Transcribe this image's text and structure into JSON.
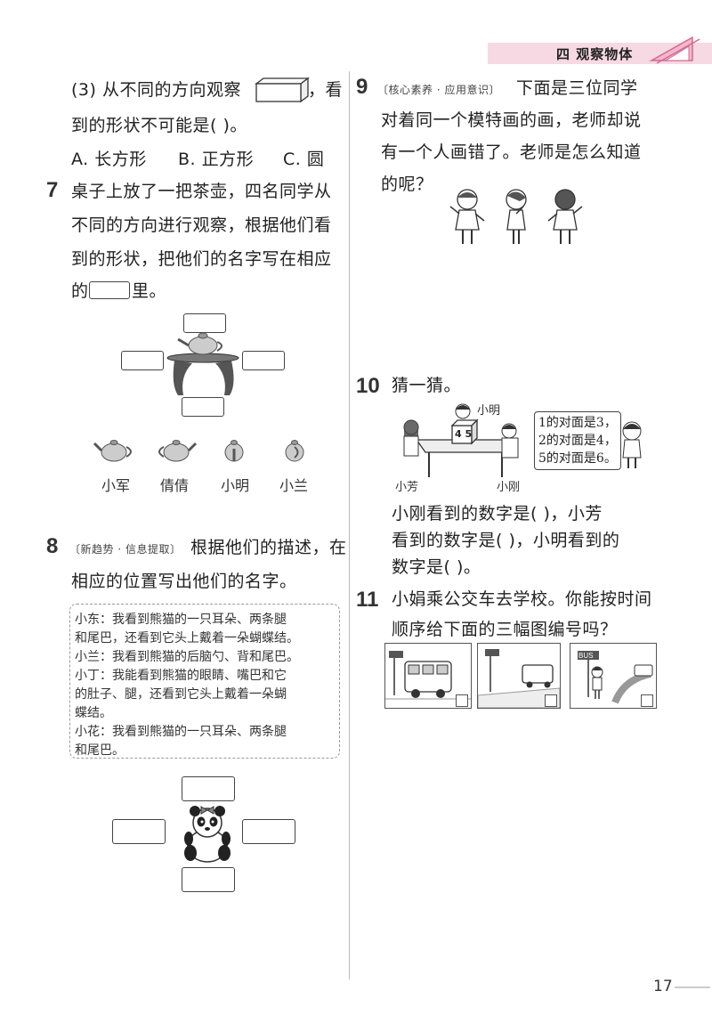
{
  "header": {
    "section_title": "四  观察物体"
  },
  "left": {
    "q6_3": {
      "line1_a": "(3) 从不同的方向观察",
      "line1_b": "，看",
      "line2": "到的形状不可能是(     )。",
      "options": [
        "A. 长方形",
        "B. 正方形",
        "C. 圆"
      ]
    },
    "q7": {
      "num": "7",
      "lines": [
        "桌子上放了一把茶壶，四名同学从",
        "不同的方向进行观察，根据他们看",
        "到的形状，把他们的名字写在相应"
      ],
      "line4_a": "的",
      "line4_b": "里。",
      "names": [
        "小军",
        "倩倩",
        "小明",
        "小兰"
      ]
    },
    "q8": {
      "num": "8",
      "tag": "〔新趋势 · 信息提取〕",
      "line1": "根据他们的描述，在",
      "line2": "相应的位置写出他们的名字。",
      "quotes": [
        "小东：我看到熊猫的一只耳朵、两条腿",
        "和尾巴，还看到它头上戴着一朵蝴蝶结。",
        "小兰：我看到熊猫的后脑勺、背和尾巴。",
        "小丁：我能看到熊猫的眼睛、嘴巴和它",
        "的肚子、腿，还看到它头上戴着一朵蝴",
        "蝶结。",
        "小花：我看到熊猫的一只耳朵、两条腿",
        "和尾巴。"
      ]
    }
  },
  "right": {
    "q9": {
      "num": "9",
      "tag": "〔核心素养 · 应用意识〕",
      "line1": "下面是三位同学",
      "lines": [
        "对着同一个模特画的画，老师却说",
        "有一个人画错了。老师是怎么知道",
        "的呢？"
      ]
    },
    "q10": {
      "num": "10",
      "title": "猜一猜。",
      "labels": {
        "ming": "小明",
        "fang": "小芳",
        "gang": "小刚"
      },
      "cube_visible": "4 5",
      "card_lines": [
        "1的对面是3，",
        "2的对面是4，",
        "5的对面是6。"
      ],
      "answer_lines": [
        "小刚看到的数字是(      )，小芳",
        "看到的数字是(      )，小明看到的",
        "数字是(      )。"
      ]
    },
    "q11": {
      "num": "11",
      "lines": [
        "小娟乘公交车去学校。你能按时间",
        "顺序给下面的三幅图编号吗？"
      ],
      "bus_sign": "BUS"
    }
  },
  "footer": {
    "page_number": "17"
  }
}
